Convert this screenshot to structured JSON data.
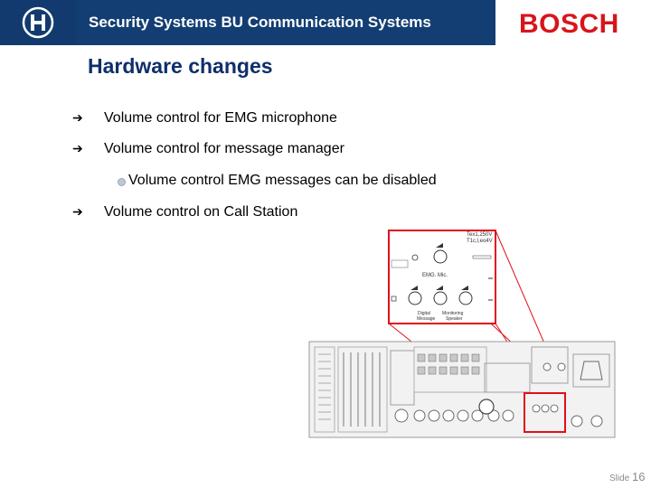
{
  "header": {
    "title": "Security Systems BU Communication Systems",
    "brand": "BOSCH",
    "logo_icon": "bosch-armature-icon"
  },
  "page_title": "Hardware changes",
  "bullets": [
    {
      "text": "Volume control for EMG microphone"
    },
    {
      "text": "Volume control for message manager"
    },
    {
      "text": "Volume control on Call Station"
    }
  ],
  "sub_bullet": {
    "text": "Volume control EMG messages can be disabled"
  },
  "figure": {
    "zoom_labels": {
      "voltage_line1": "Tex1,250V",
      "voltage_line2": "T1c,l,eo4V",
      "emg_mic": "EMG. Mic.",
      "digital_message": "Digital\nMessage",
      "monitoring_speaker": "Monitoring\nSpeaker"
    },
    "highlight_color": "#e0101a"
  },
  "footer": {
    "slide_label": "Slide",
    "slide_number": "16"
  }
}
